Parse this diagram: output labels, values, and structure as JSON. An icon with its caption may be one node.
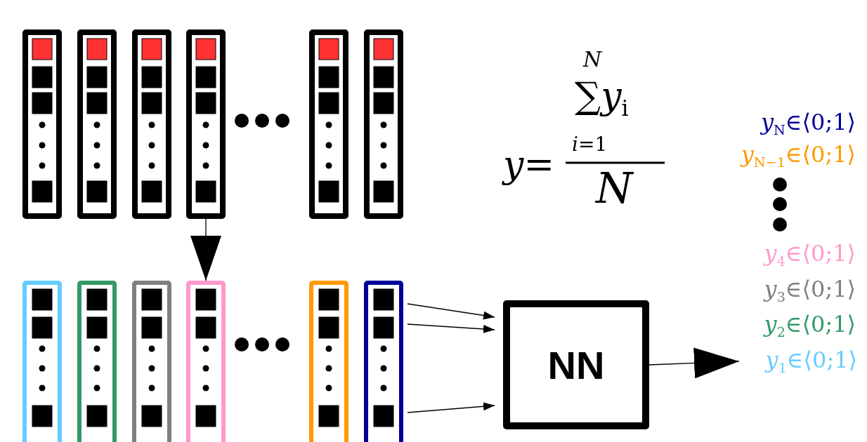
{
  "diagram": {
    "nodes": [
      {
        "text": [],
        "shape": "bar"
      },
      {
        "text": [],
        "shape": "bar"
      },
      {
        "text": [],
        "shape": "bar"
      },
      {
        "text": [],
        "shape": "bar"
      },
      {
        "text": [],
        "shape": "bar"
      },
      {
        "text": [],
        "shape": "bar"
      },
      {
        "text": [],
        "shape": "bar"
      },
      {
        "text": [],
        "shape": "bar"
      },
      {
        "text": [],
        "shape": "bar"
      },
      {
        "text": [],
        "shape": "bar"
      },
      {
        "text": [],
        "shape": "bar"
      },
      {
        "text": [],
        "shape": "bar"
      },
      {
        "text": [
          "NN"
        ]
      },
      {
        "text": [
          "*y*$_{1}$∈⟨0;1⟩"
        ]
      }
    ],
    "edges": [
      {
        "from": 3,
        "to": 9,
        "arrow": "to"
      },
      {
        "from": 11,
        "to": 12,
        "arrow": "to"
      },
      {
        "from": 11,
        "to": 12,
        "arrow": "to"
      },
      {
        "from": 11,
        "to": 12,
        "arrow": "to"
      },
      {
        "from": 12,
        "to": 13,
        "arrow": "to"
      }
    ],
    "labels": [
      "N",
      "∑*y*$_{i}$",
      "*y*=",
      "*i*=1",
      "N",
      "*y*$_{N}$∈⟨0;1⟩",
      "*y*$_{N−1}$∈⟨0;1⟩",
      "*y*$_{4}$∈⟨0;1⟩",
      "*y*$_{3}$∈⟨0;1⟩",
      "*y*$_{2}$∈⟨0;1⟩"
    ]
  }
}
